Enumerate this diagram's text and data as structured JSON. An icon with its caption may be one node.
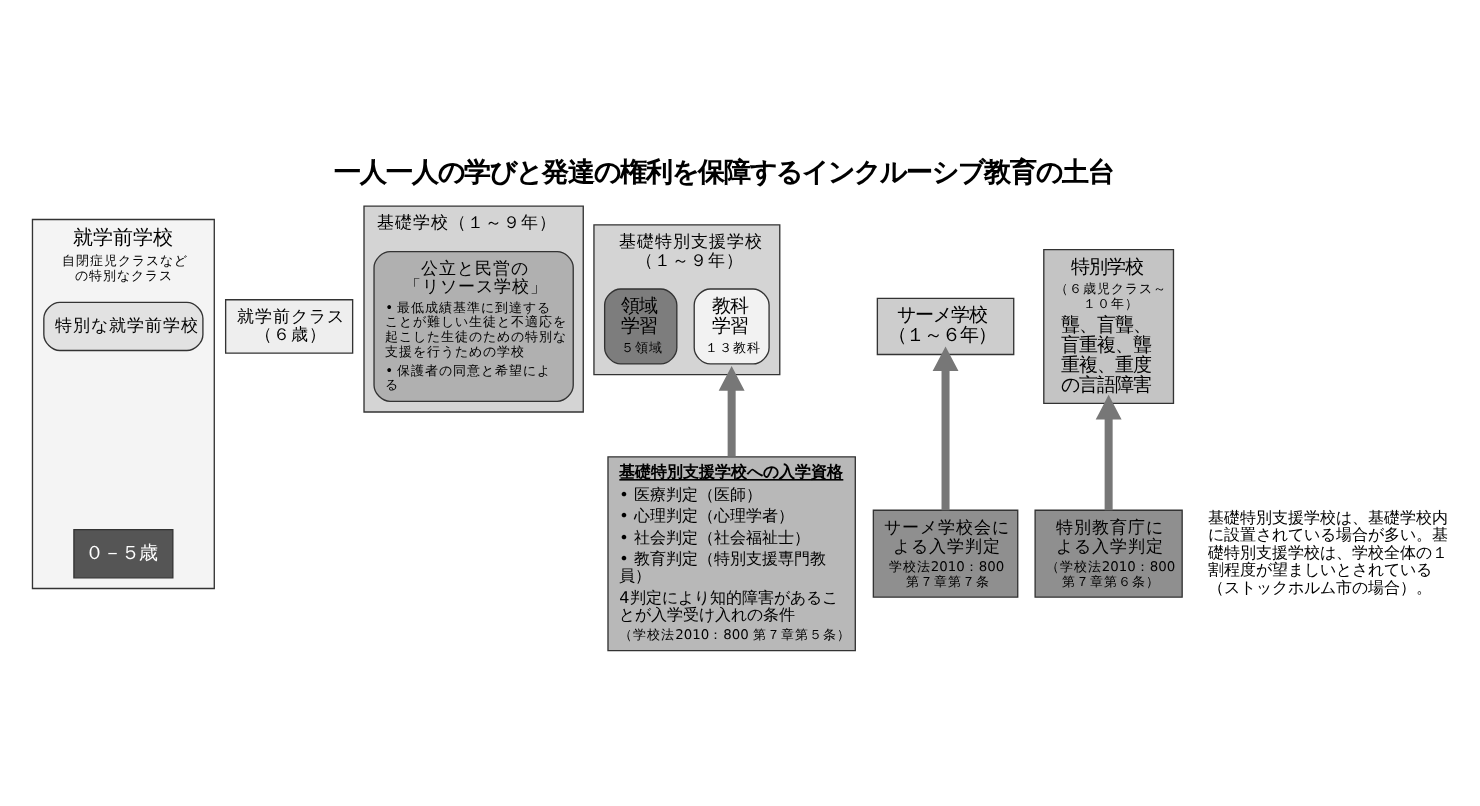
{
  "diagram": {
    "title": "一人一人の学びと発達の権利を保障するインクルーシブ教育の土台",
    "nodes": [
      {
        "text": [
          "就学前学校",
          "自閉症児クラスなどの特別なクラス"
        ]
      },
      {
        "text": [
          "特別な就学前学校"
        ],
        "in": 0
      },
      {
        "text": [
          "０－５歳"
        ],
        "in": 0
      },
      {
        "text": [
          "就学前クラス（６歳）"
        ]
      },
      {
        "text": [
          "基礎学校（１～９年）"
        ]
      },
      {
        "text": [
          "公立と民営の「リソース学校」",
          "• 最低成績基準に到達することが難しい生徒と不適応を起こした生徒のための特別な支援を行うための学校",
          "• 保護者の同意と希望による"
        ],
        "in": 4
      },
      {
        "text": [
          "基礎特別支援学校（１～９年）"
        ]
      },
      {
        "text": [
          "教科学習",
          "１３教科"
        ],
        "in": 6
      },
      {
        "text": [
          "領域学習",
          "５領域"
        ],
        "in": 6
      },
      {
        "text": [
          "サーメ学校（１～６年）"
        ]
      },
      {
        "text": [
          "特別学校",
          "（６歳児クラス～１０年）",
          "聾、盲聾、盲重複、聾重複、重度の言語障害"
        ]
      },
      {
        "text": [
          "基礎特別支援学校への入学資格",
          "• 医療判定（医師）",
          "• 心理判定（心理学者）",
          "• 社会判定（社会福祉士）",
          "• 教育判定（特別支援専門教員）",
          "4判定により知的障害があることが入学受け入れの条件",
          "（学校法2010：800 第７章第５条）"
        ]
      },
      {
        "text": [
          "サーメ学校会による入学判定",
          "学校法2010：800 第７章第７条"
        ]
      },
      {
        "text": [
          "特別教育庁による入学判定",
          "（学校法2010：800 第７章第６条）"
        ]
      }
    ],
    "edges": [
      {
        "from": 11,
        "to": 6,
        "arrow": "to"
      },
      {
        "from": 12,
        "to": 9,
        "arrow": "to"
      },
      {
        "from": 13,
        "to": 10,
        "arrow": "to"
      }
    ],
    "labels": [
      "基礎特別支援学校は、基礎学校内に設置されている場合が多い。基礎特別支援学校は、学校全体の１割程度が望ましいとされている（ストックホルム市の場合）。"
    ]
  }
}
